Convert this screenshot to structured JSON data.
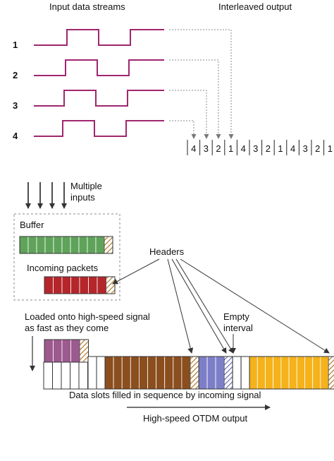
{
  "top": {
    "input_title": "Input data streams",
    "output_title": "Interleaved output",
    "stream_numbers": [
      "1",
      "2",
      "3",
      "4"
    ],
    "interleaved_sequence": [
      "4",
      "3",
      "2",
      "1",
      "4",
      "3",
      "2",
      "1",
      "4",
      "3",
      "2",
      "1"
    ]
  },
  "bottom": {
    "multiple_inputs_line1": "Multiple",
    "multiple_inputs_line2": "inputs",
    "buffer_label": "Buffer",
    "incoming_packets_label": "Incoming packets",
    "headers_label": "Headers",
    "loaded_line1": "Loaded onto high-speed signal",
    "loaded_line2": "as fast as they come",
    "empty_line1": "Empty",
    "empty_line2": "interval",
    "slots_caption": "Data slots filled in sequence by incoming signal",
    "output_caption": "High-speed OTDM output"
  },
  "colors": {
    "signal": "#a0266e",
    "buffer_green": "#5fa35a",
    "incoming_red": "#b5262b",
    "loaded_purple": "#9c5a8e",
    "brown": "#8b4e1e",
    "blue": "#7c7fc7",
    "yellow": "#f5b21b"
  }
}
